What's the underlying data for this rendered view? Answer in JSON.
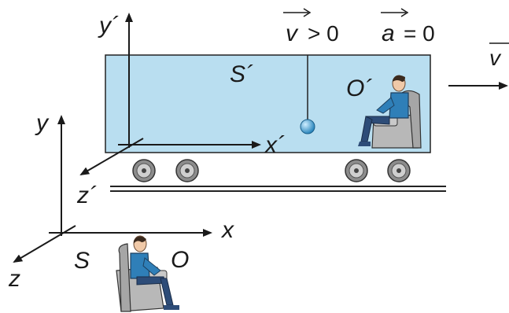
{
  "labels": {
    "y_prime": "y´",
    "x_prime": "x´",
    "z_prime": "z´",
    "frame_prime": "S´",
    "observer_prime": "O´",
    "y": "y",
    "x": "x",
    "z": "z",
    "frame": "S",
    "observer": "O"
  },
  "conditions": {
    "v_symbol": "v",
    "v_relation": "> 0",
    "a_symbol": "a",
    "a_relation": "= 0"
  },
  "velocity_arrow_label": "v",
  "colors": {
    "car_fill": "#b9def0",
    "car_stroke": "#222222",
    "ball": "#2a8fc8",
    "wheel": "#8c8c8c",
    "shirt": "#2f7fb8",
    "pants": "#2d4c78",
    "chair": "#b8b8b8"
  }
}
